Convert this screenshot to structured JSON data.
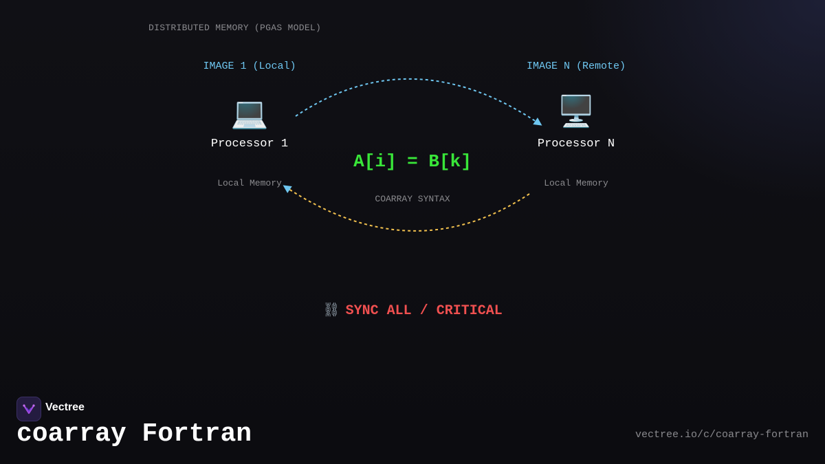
{
  "diagram": {
    "section_label": "DISTRIBUTED MEMORY (PGAS MODEL)",
    "left_node": {
      "image_label": "IMAGE 1 (Local)",
      "icon": "laptop-icon",
      "icon_glyph": "💻",
      "name": "Processor 1",
      "memory_label": "Local Memory"
    },
    "right_node": {
      "image_label": "IMAGE N (Remote)",
      "icon": "desktop-computer-icon",
      "icon_glyph": "🖥️",
      "name": "Processor N",
      "memory_label": "Local Memory"
    },
    "expression": "A[i] = B[k]",
    "expression_caption": "COARRAY SYNTAX",
    "sync": {
      "icon": "chain-link-icon",
      "icon_glyph": "⛓",
      "label": "SYNC ALL / CRITICAL"
    },
    "colors": {
      "top_arc": "#6ec6f0",
      "bottom_arc": "#f2c14e",
      "expression": "#39e639",
      "sync": "#f05050"
    }
  },
  "footer": {
    "brand_name": "Vectree",
    "brand_logo": "vectree-logo-icon",
    "title": "coarray Fortran",
    "url": "vectree.io/c/coarray-fortran"
  }
}
